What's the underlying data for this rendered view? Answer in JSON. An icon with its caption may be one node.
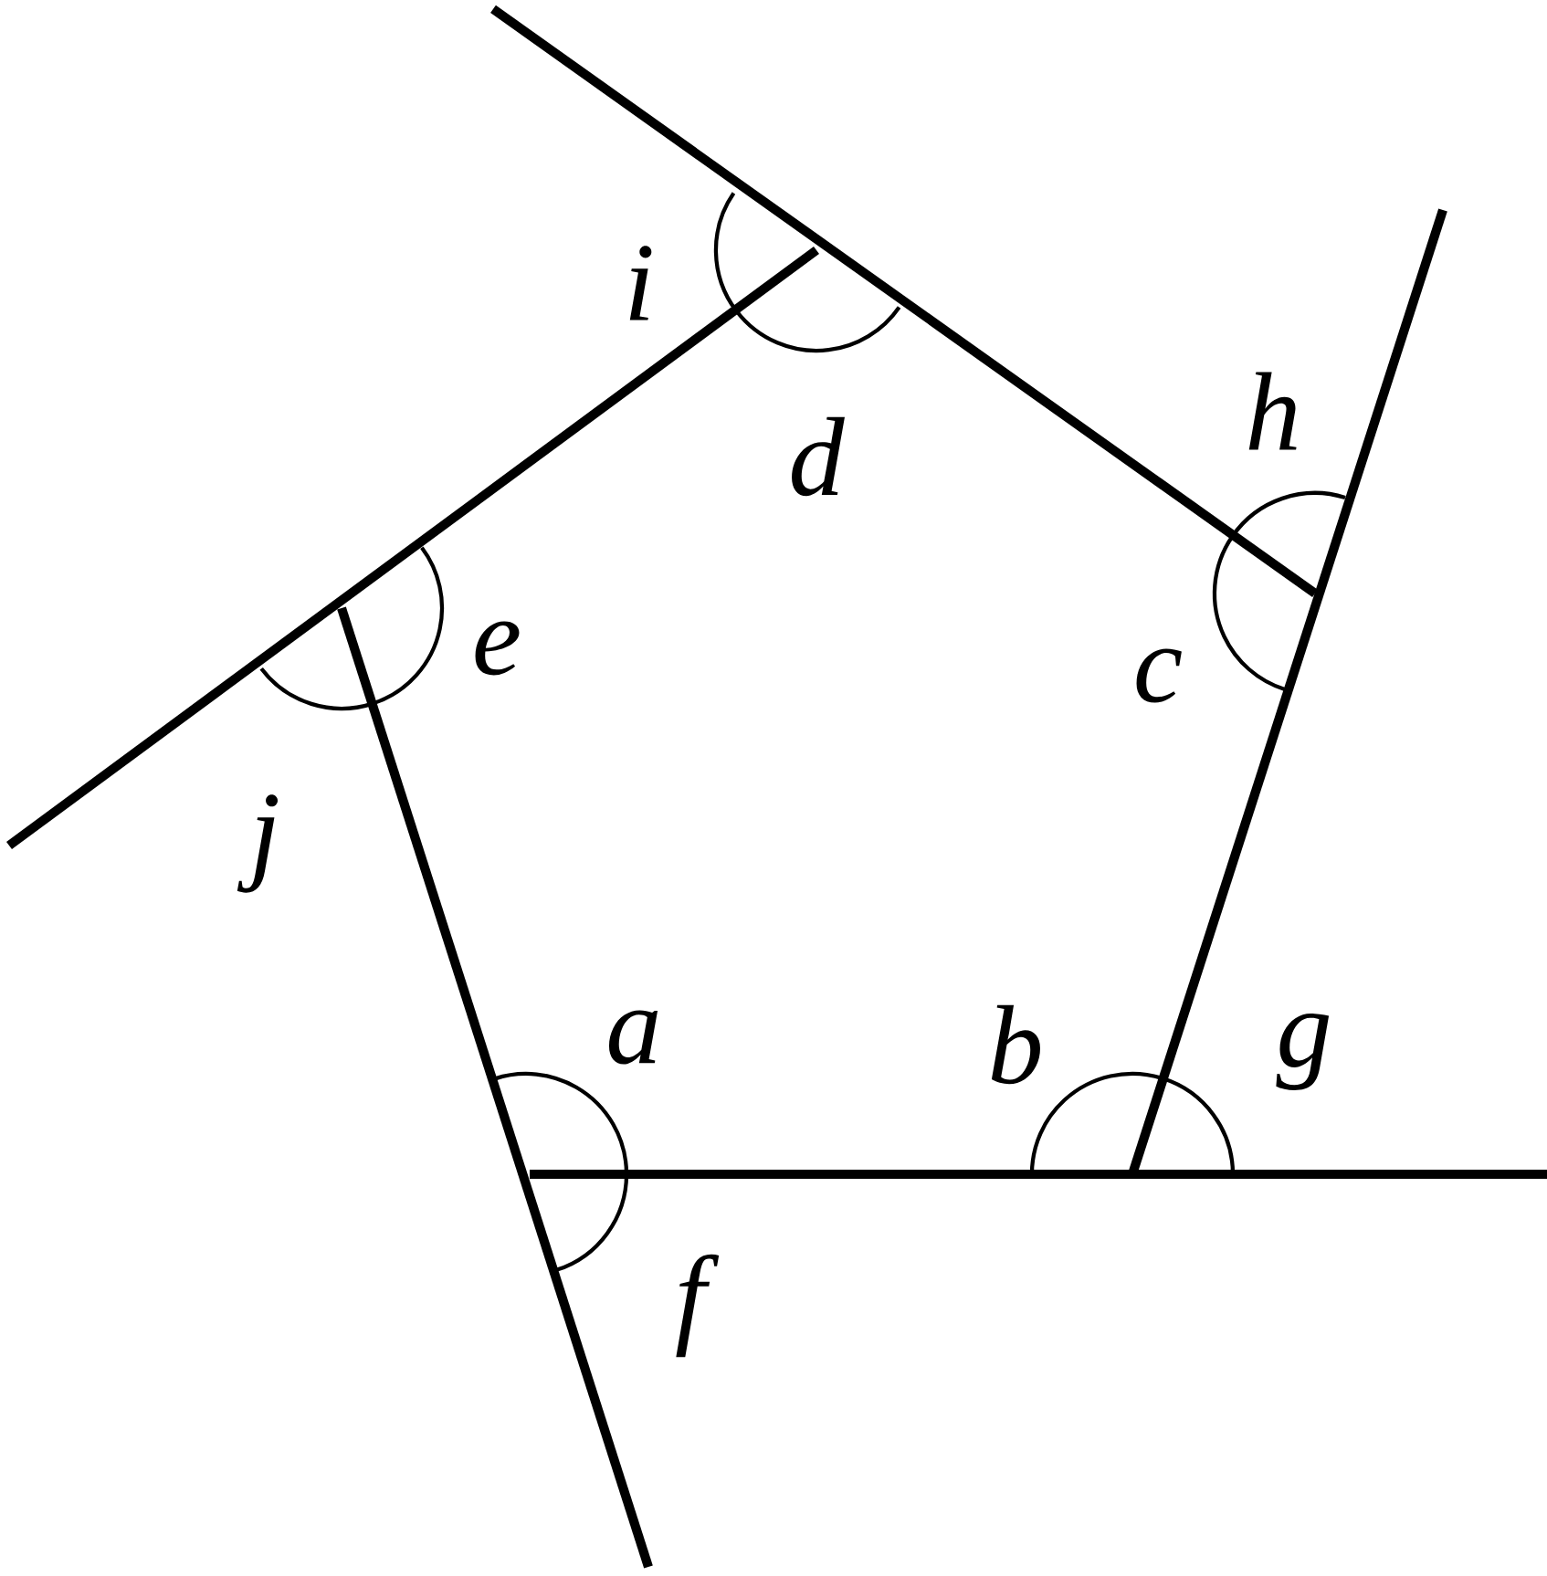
{
  "diagram": {
    "labels": [
      "i",
      "d",
      "h",
      "e",
      "c",
      "j",
      "a",
      "b",
      "g",
      "f"
    ]
  }
}
